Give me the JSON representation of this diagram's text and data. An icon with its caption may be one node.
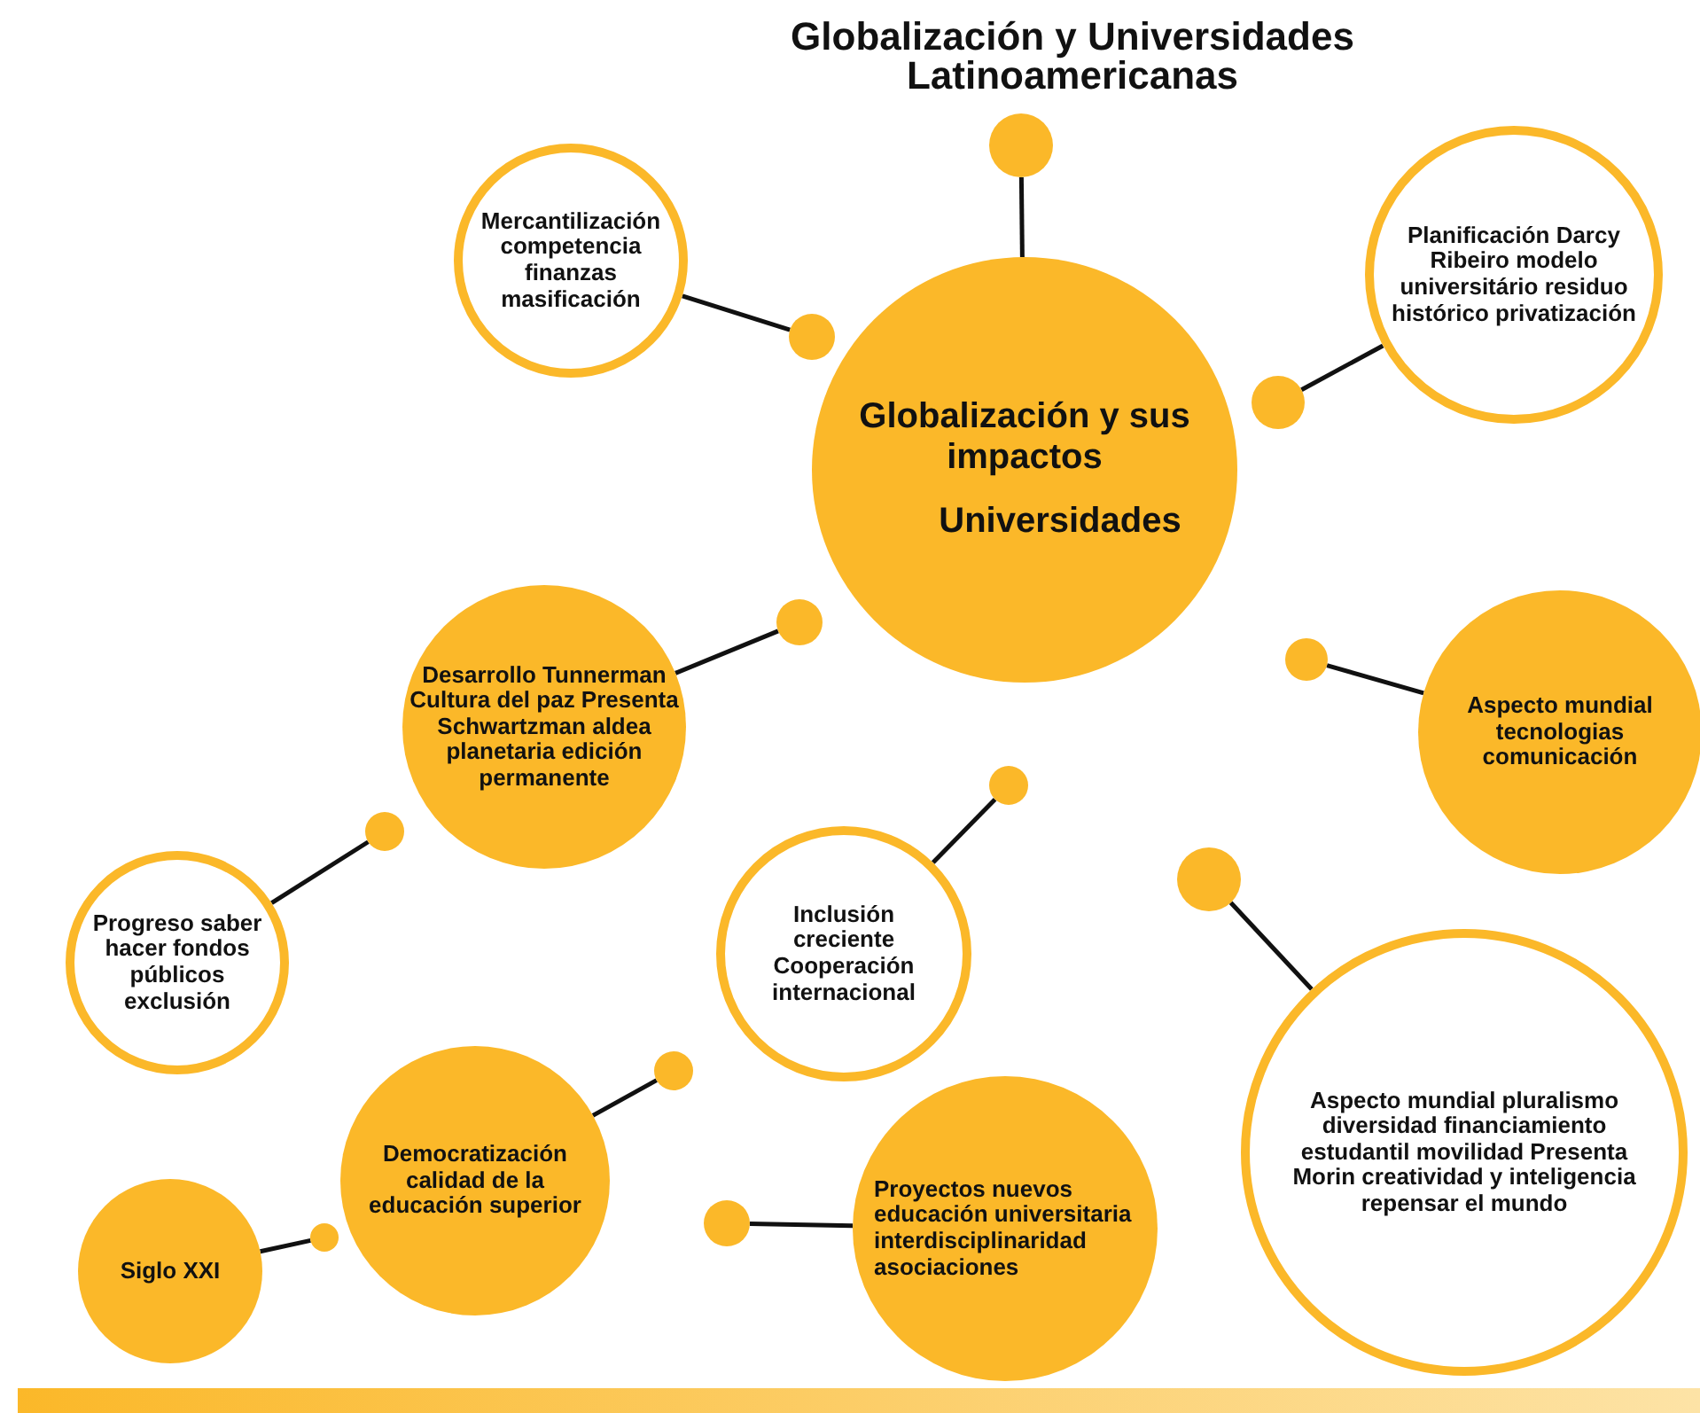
{
  "diagram": {
    "title": "Globalización y Universidades Latinoamericanas",
    "nodes": [
      {
        "text": [],
        "shape": "circle"
      },
      {
        "text": [
          "Mercantilización competencia finanzas masificación"
        ]
      },
      {
        "text": [],
        "shape": "circle"
      },
      {
        "text": [
          "Globalización y sus impactos",
          "Universidades"
        ]
      },
      {
        "text": [
          "Planificación Darcy Ribeiro modelo universitário residuo histórico privatización"
        ]
      },
      {
        "text": [],
        "shape": "circle"
      },
      {
        "text": [
          "Desarrollo Tunnerman Cultura del paz Presenta Schwartzman aldea planetaria edición permanente"
        ]
      },
      {
        "text": [],
        "shape": "circle"
      },
      {
        "text": [
          "Aspecto mundial tecnologias comunicación"
        ]
      },
      {
        "text": [],
        "shape": "circle"
      },
      {
        "text": [
          "Inclusión creciente Cooperación internacional"
        ]
      },
      {
        "text": [],
        "shape": "circle"
      },
      {
        "text": [
          "Progreso saber hacer fondos públicos exclusión"
        ]
      },
      {
        "text": [],
        "shape": "circle"
      },
      {
        "text": [
          "Aspecto mundial pluralismo diversidad financiamiento estudantil movilidad Presenta Morin creatividad y inteligencia repensar el mundo"
        ]
      },
      {
        "text": [],
        "shape": "circle"
      },
      {
        "text": [
          "Democratización calidad de la educación superior"
        ]
      },
      {
        "text": [],
        "shape": "circle"
      },
      {
        "text": [
          "Siglo XXI"
        ]
      },
      {
        "text": [],
        "shape": "circle"
      },
      {
        "text": [
          "Proyectos nuevos educación universitaria interdisciplinaridad asociaciones"
        ]
      },
      {
        "text": [],
        "shape": "circle"
      }
    ],
    "edges": [
      {
        "from": 0,
        "to": 3,
        "arrow": "none"
      },
      {
        "from": 1,
        "to": 2,
        "arrow": "none"
      },
      {
        "from": 4,
        "to": 5,
        "arrow": "none"
      },
      {
        "from": 6,
        "to": 7,
        "arrow": "none"
      },
      {
        "from": 8,
        "to": 9,
        "arrow": "none"
      },
      {
        "from": 10,
        "to": 11,
        "arrow": "none"
      },
      {
        "from": 12,
        "to": 13,
        "arrow": "none"
      },
      {
        "from": 14,
        "to": 15,
        "arrow": "none"
      },
      {
        "from": 16,
        "to": 17,
        "arrow": "none"
      },
      {
        "from": 18,
        "to": 19,
        "arrow": "none"
      },
      {
        "from": 20,
        "to": 21,
        "arrow": "none"
      }
    ]
  }
}
